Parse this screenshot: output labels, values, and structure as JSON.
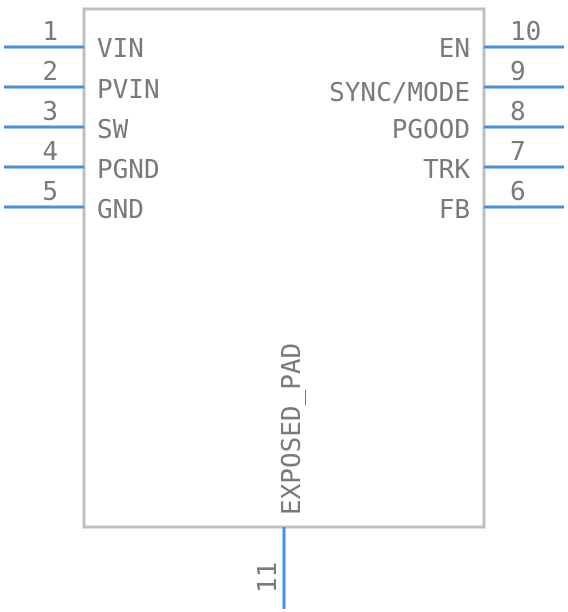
{
  "component": {
    "left_pins": [
      {
        "number": "1",
        "name": "VIN"
      },
      {
        "number": "2",
        "name": "PVIN"
      },
      {
        "number": "3",
        "name": "SW"
      },
      {
        "number": "4",
        "name": "PGND"
      },
      {
        "number": "5",
        "name": "GND"
      }
    ],
    "right_pins": [
      {
        "number": "10",
        "name": "EN"
      },
      {
        "number": "9",
        "name": "SYNC/MODE"
      },
      {
        "number": "8",
        "name": "PGOOD"
      },
      {
        "number": "7",
        "name": "TRK"
      },
      {
        "number": "6",
        "name": "FB"
      }
    ],
    "bottom_pin": {
      "number": "11",
      "name": "EXPOSED_PAD"
    }
  },
  "colors": {
    "body_outline": "#c0c0c0",
    "pin_line": "#4a90e2",
    "text": "#7a7a7a"
  }
}
